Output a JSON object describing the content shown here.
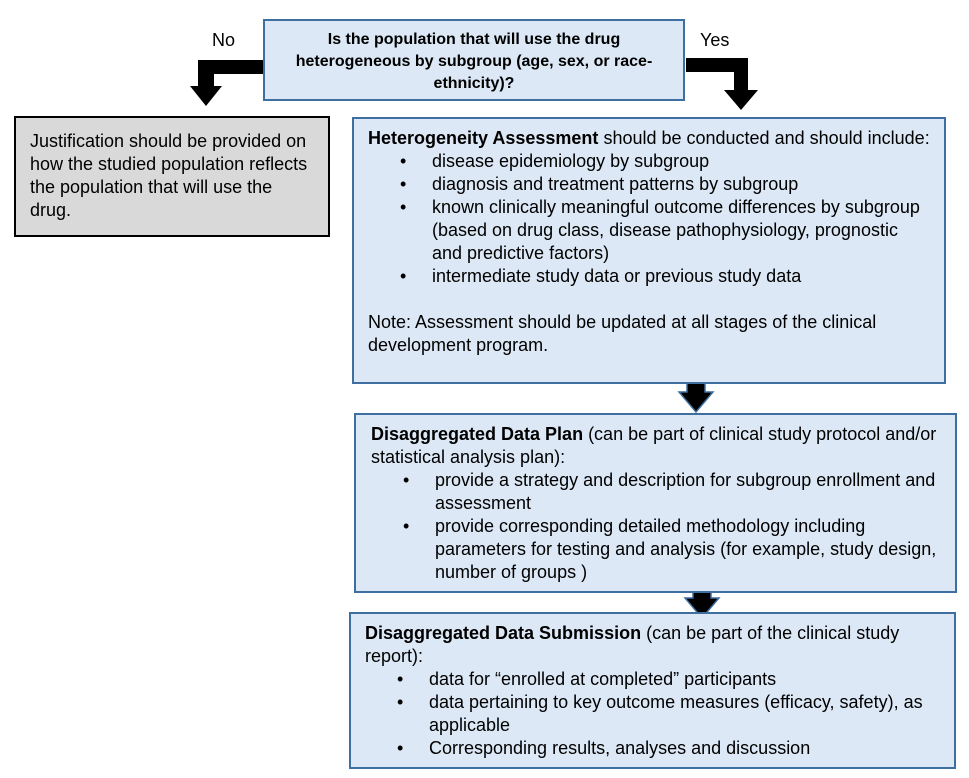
{
  "decision": {
    "question": "Is the population that will use the drug heterogeneous by subgroup (age, sex, or race-ethnicity)?",
    "no_label": "No",
    "yes_label": "Yes"
  },
  "justification": {
    "text": "Justification should be provided on how the studied population reflects the population that will use the drug."
  },
  "heterogeneity": {
    "title": "Heterogeneity Assessment",
    "intro": " should be conducted and should include:",
    "bullets": [
      "disease epidemiology by subgroup",
      "diagnosis and treatment patterns by subgroup",
      "known clinically meaningful outcome differences by subgroup (based on drug class, disease pathophysiology, prognostic and predictive factors)",
      "intermediate study data or previous study data"
    ],
    "note": "Note: Assessment should be updated at all stages of the clinical development program."
  },
  "data_plan": {
    "title": "Disaggregated Data Plan",
    "intro": " (can be part of clinical study protocol and/or statistical analysis plan):",
    "bullets": [
      "provide a strategy and description for subgroup enrollment and assessment",
      "provide corresponding detailed methodology including parameters for testing and analysis (for example, study design, number of groups )"
    ]
  },
  "data_submission": {
    "title": "Disaggregated Data Submission",
    "intro": " (can be part of the clinical study report):",
    "bullets": [
      "data for “enrolled at completed” participants",
      "data pertaining to key outcome measures (efficacy, safety), as applicable",
      "Corresponding results, analyses and discussion"
    ]
  },
  "colors": {
    "box_fill": "#dce8f5",
    "box_border": "#3f6fa0",
    "gray_fill": "#d9d9d9",
    "arrow": "#000000"
  }
}
